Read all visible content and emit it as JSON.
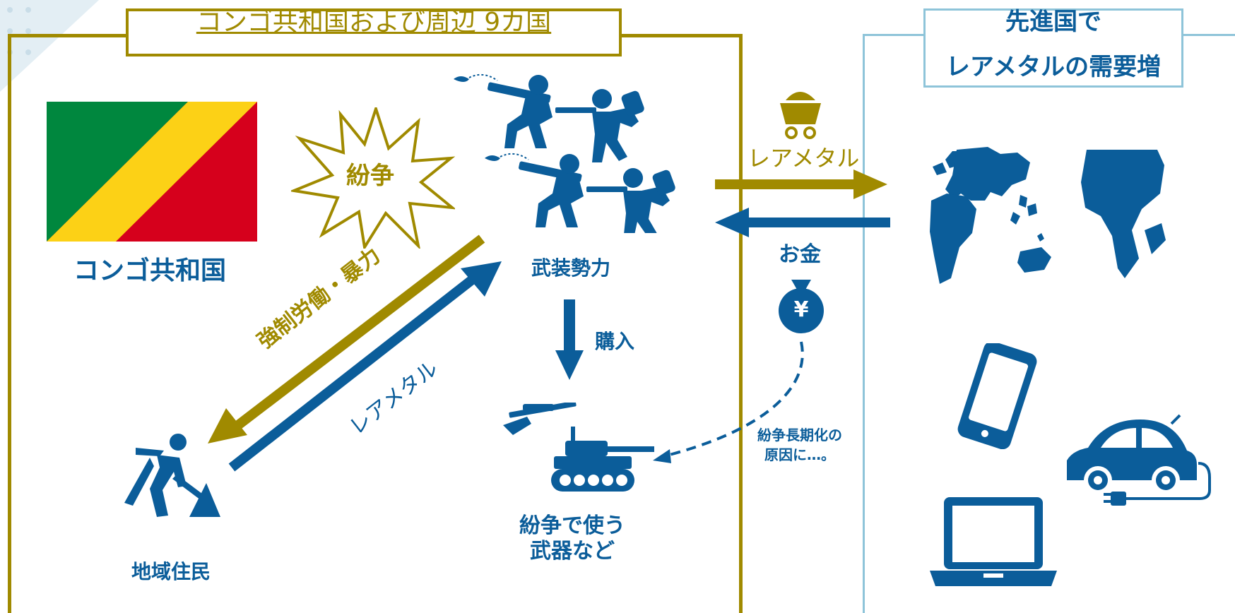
{
  "left_region": {
    "title": "コンゴ共和国および周辺 9カ国",
    "country_name": "コンゴ共和国",
    "conflict_label": "紛争",
    "armed_group_label": "武装勢力",
    "purchase_label": "購入",
    "weapons_label_line1": "紛争で使う",
    "weapons_label_line2": "武器など",
    "residents_label": "地域住民",
    "forced_labor_label": "強制労働・暴力",
    "rare_metal_diag_label": "レアメタル"
  },
  "middle": {
    "rare_metal_label": "レアメタル",
    "money_label": "お金",
    "yen_symbol": "¥",
    "prolong_line1": "紛争長期化の",
    "prolong_line2": "原因に…。"
  },
  "right_region": {
    "title_line1": "先進国で",
    "title_line2": "レアメタルの需要増"
  },
  "colors": {
    "olive": "#a08a00",
    "blue": "#0b5d9a",
    "light_blue": "#8ec4d9",
    "flag_green": "#00873e",
    "flag_yellow": "#fcd116",
    "flag_red": "#d6001c"
  },
  "icons": [
    "soldiers-icon",
    "miner-icon",
    "tank-icon",
    "rifle-icon",
    "mine-cart-icon",
    "money-bag-icon",
    "world-map-icon",
    "smartphone-icon",
    "electric-car-icon",
    "laptop-icon",
    "conflict-burst-icon",
    "congo-flag-icon"
  ]
}
